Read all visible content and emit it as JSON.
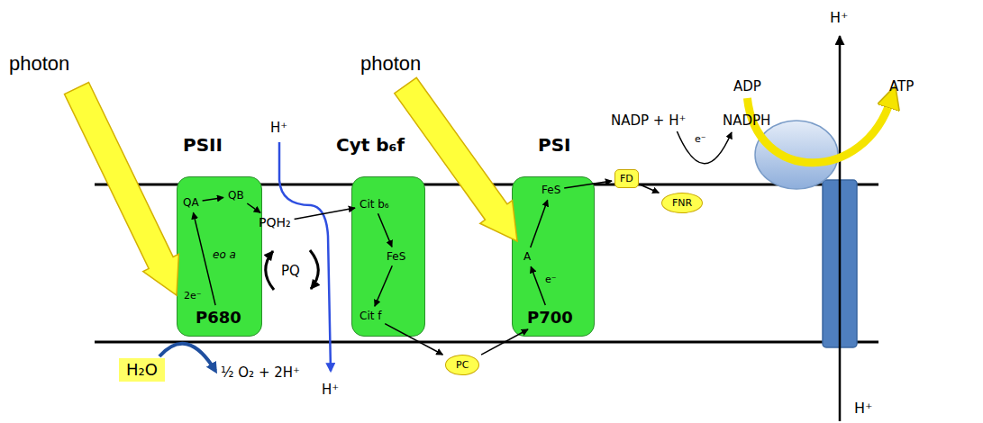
{
  "diagram": {
    "nodes": [
      {
        "text": [
          "PSII"
        ]
      },
      {
        "text": [
          "QA"
        ],
        "in": 0
      },
      {
        "text": [
          "QB"
        ],
        "in": 0
      },
      {
        "text": [
          "P680"
        ],
        "in": 0
      },
      {
        "text": [
          "PQH₂"
        ]
      },
      {
        "text": [
          "Cyt b₆f"
        ]
      },
      {
        "text": [
          "Cit b₆"
        ],
        "in": 5
      },
      {
        "text": [
          "FeS"
        ],
        "in": 5
      },
      {
        "text": [
          "Cit f"
        ],
        "in": 5
      },
      {
        "text": [
          "PSI"
        ]
      },
      {
        "text": [
          "FeS"
        ],
        "in": 9
      },
      {
        "text": [
          "A"
        ],
        "in": 9
      },
      {
        "text": [
          "P700"
        ],
        "in": 9
      },
      {
        "text": [
          "FD"
        ]
      },
      {
        "text": [
          "FNR"
        ]
      },
      {
        "text": [
          "PC"
        ]
      },
      {
        "text": [
          "NADP + H⁺"
        ]
      },
      {
        "text": [
          "NADPH"
        ]
      },
      {
        "text": [
          "H₂O"
        ]
      },
      {
        "text": [
          "½ O₂ + 2H⁺"
        ]
      },
      {
        "text": [
          "ADP"
        ]
      },
      {
        "text": [
          "ATP"
        ]
      }
    ],
    "edges": [
      {
        "from": 3,
        "to": 1,
        "arrow": "to",
        "label": "2e⁻"
      },
      {
        "from": 1,
        "to": 2,
        "arrow": "to"
      },
      {
        "from": 2,
        "to": 4,
        "arrow": "to"
      },
      {
        "from": 4,
        "to": 6,
        "arrow": "to"
      },
      {
        "from": 6,
        "to": 7,
        "arrow": "to"
      },
      {
        "from": 7,
        "to": 8,
        "arrow": "to"
      },
      {
        "from": 8,
        "to": 15,
        "arrow": "to"
      },
      {
        "from": 15,
        "to": 12,
        "arrow": "to"
      },
      {
        "from": 12,
        "to": 11,
        "arrow": "to",
        "label": "e⁻"
      },
      {
        "from": 11,
        "to": 10,
        "arrow": "to"
      },
      {
        "from": 10,
        "to": 13,
        "arrow": "to"
      },
      {
        "from": 13,
        "to": 14,
        "arrow": "to"
      },
      {
        "from": 16,
        "to": 17,
        "arrow": "to",
        "label": "e⁻"
      },
      {
        "from": 18,
        "to": 19,
        "arrow": "to"
      },
      {
        "from": 20,
        "to": 21,
        "arrow": "to"
      }
    ],
    "labels": [
      "photon",
      "photon",
      "eo a",
      "PQ",
      "H⁺",
      "H⁺",
      "H⁺",
      "H⁺"
    ]
  }
}
